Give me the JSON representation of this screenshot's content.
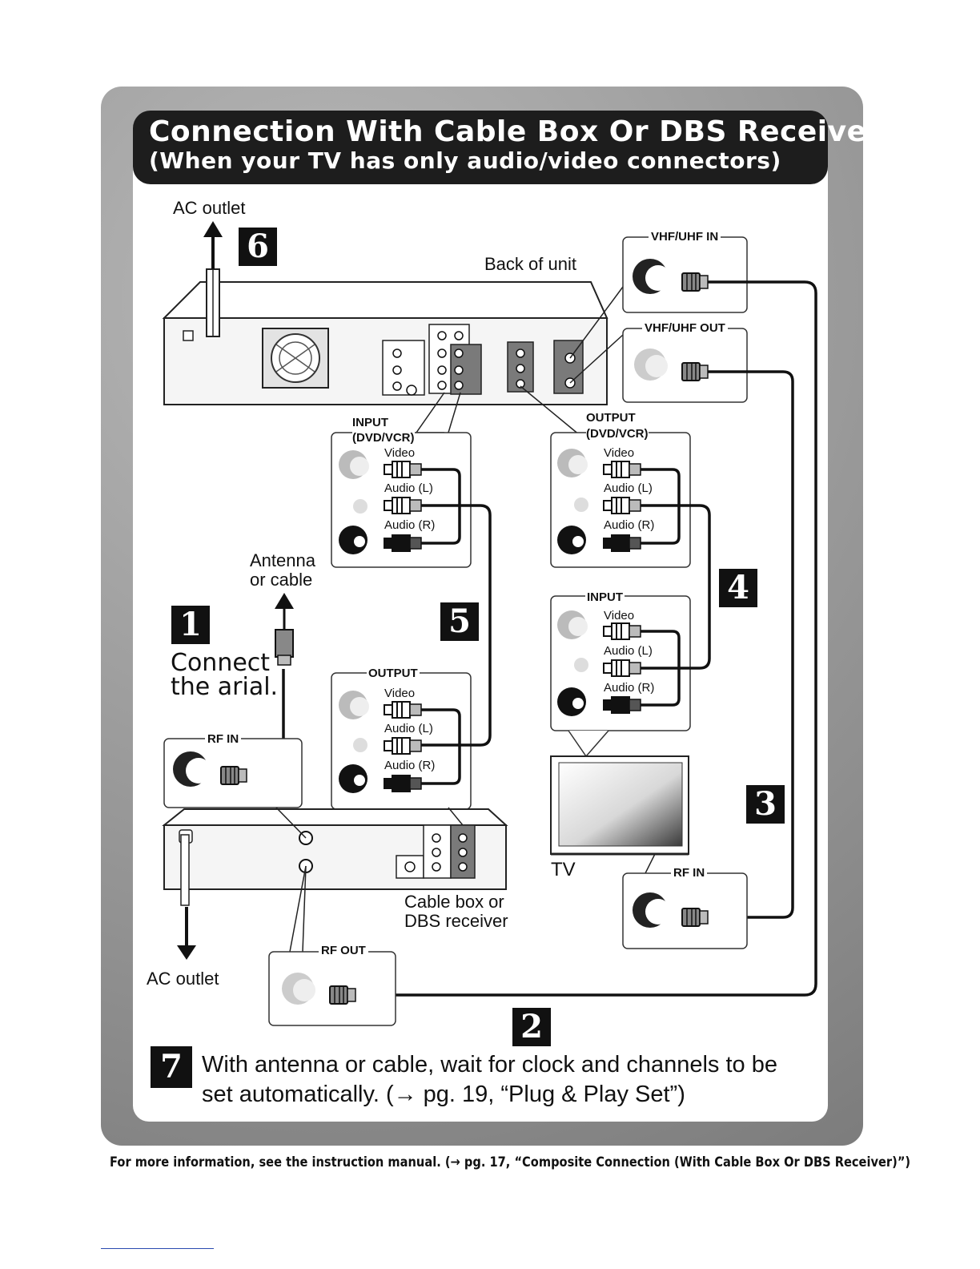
{
  "title": "Connection With Cable Box Or DBS Receiver",
  "subtitle": "(When your TV has only audio/video connectors)",
  "labels": {
    "ac_outlet_top": "AC outlet",
    "back_of_unit": "Back of unit",
    "vhf_uhf_in": "VHF/UHF IN",
    "vhf_uhf_out": "VHF/UHF OUT",
    "input_dvdvcr_1": "INPUT",
    "input_dvdvcr_2": "(DVD/VCR)",
    "output_dvdvcr_1": "OUTPUT",
    "output_dvdvcr_2": "(DVD/VCR)",
    "video": "Video",
    "audio_l": "Audio (L)",
    "audio_r": "Audio (R)",
    "antenna_1": "Antenna",
    "antenna_2": "or cable",
    "connect_1": "Connect",
    "connect_2": "the arial.",
    "output": "OUTPUT",
    "input": "INPUT",
    "rf_in": "RF IN",
    "rf_out": "RF OUT",
    "tv": "TV",
    "cable_box_1": "Cable box or",
    "cable_box_2": "DBS receiver",
    "ac_outlet_bottom": "AC outlet"
  },
  "steps": {
    "s1": "1",
    "s2": "2",
    "s3": "3",
    "s4": "4",
    "s5": "5",
    "s6": "6",
    "s7": "7"
  },
  "note": {
    "line1": "With antenna or cable, wait for clock and channels to be",
    "line2": "set automatically. (→ pg. 19, “Plug & Play Set”)"
  },
  "footer": "For more information, see the instruction manual. (→ pg. 17, “Composite Connection (With Cable Box Or DBS Receiver)”)"
}
